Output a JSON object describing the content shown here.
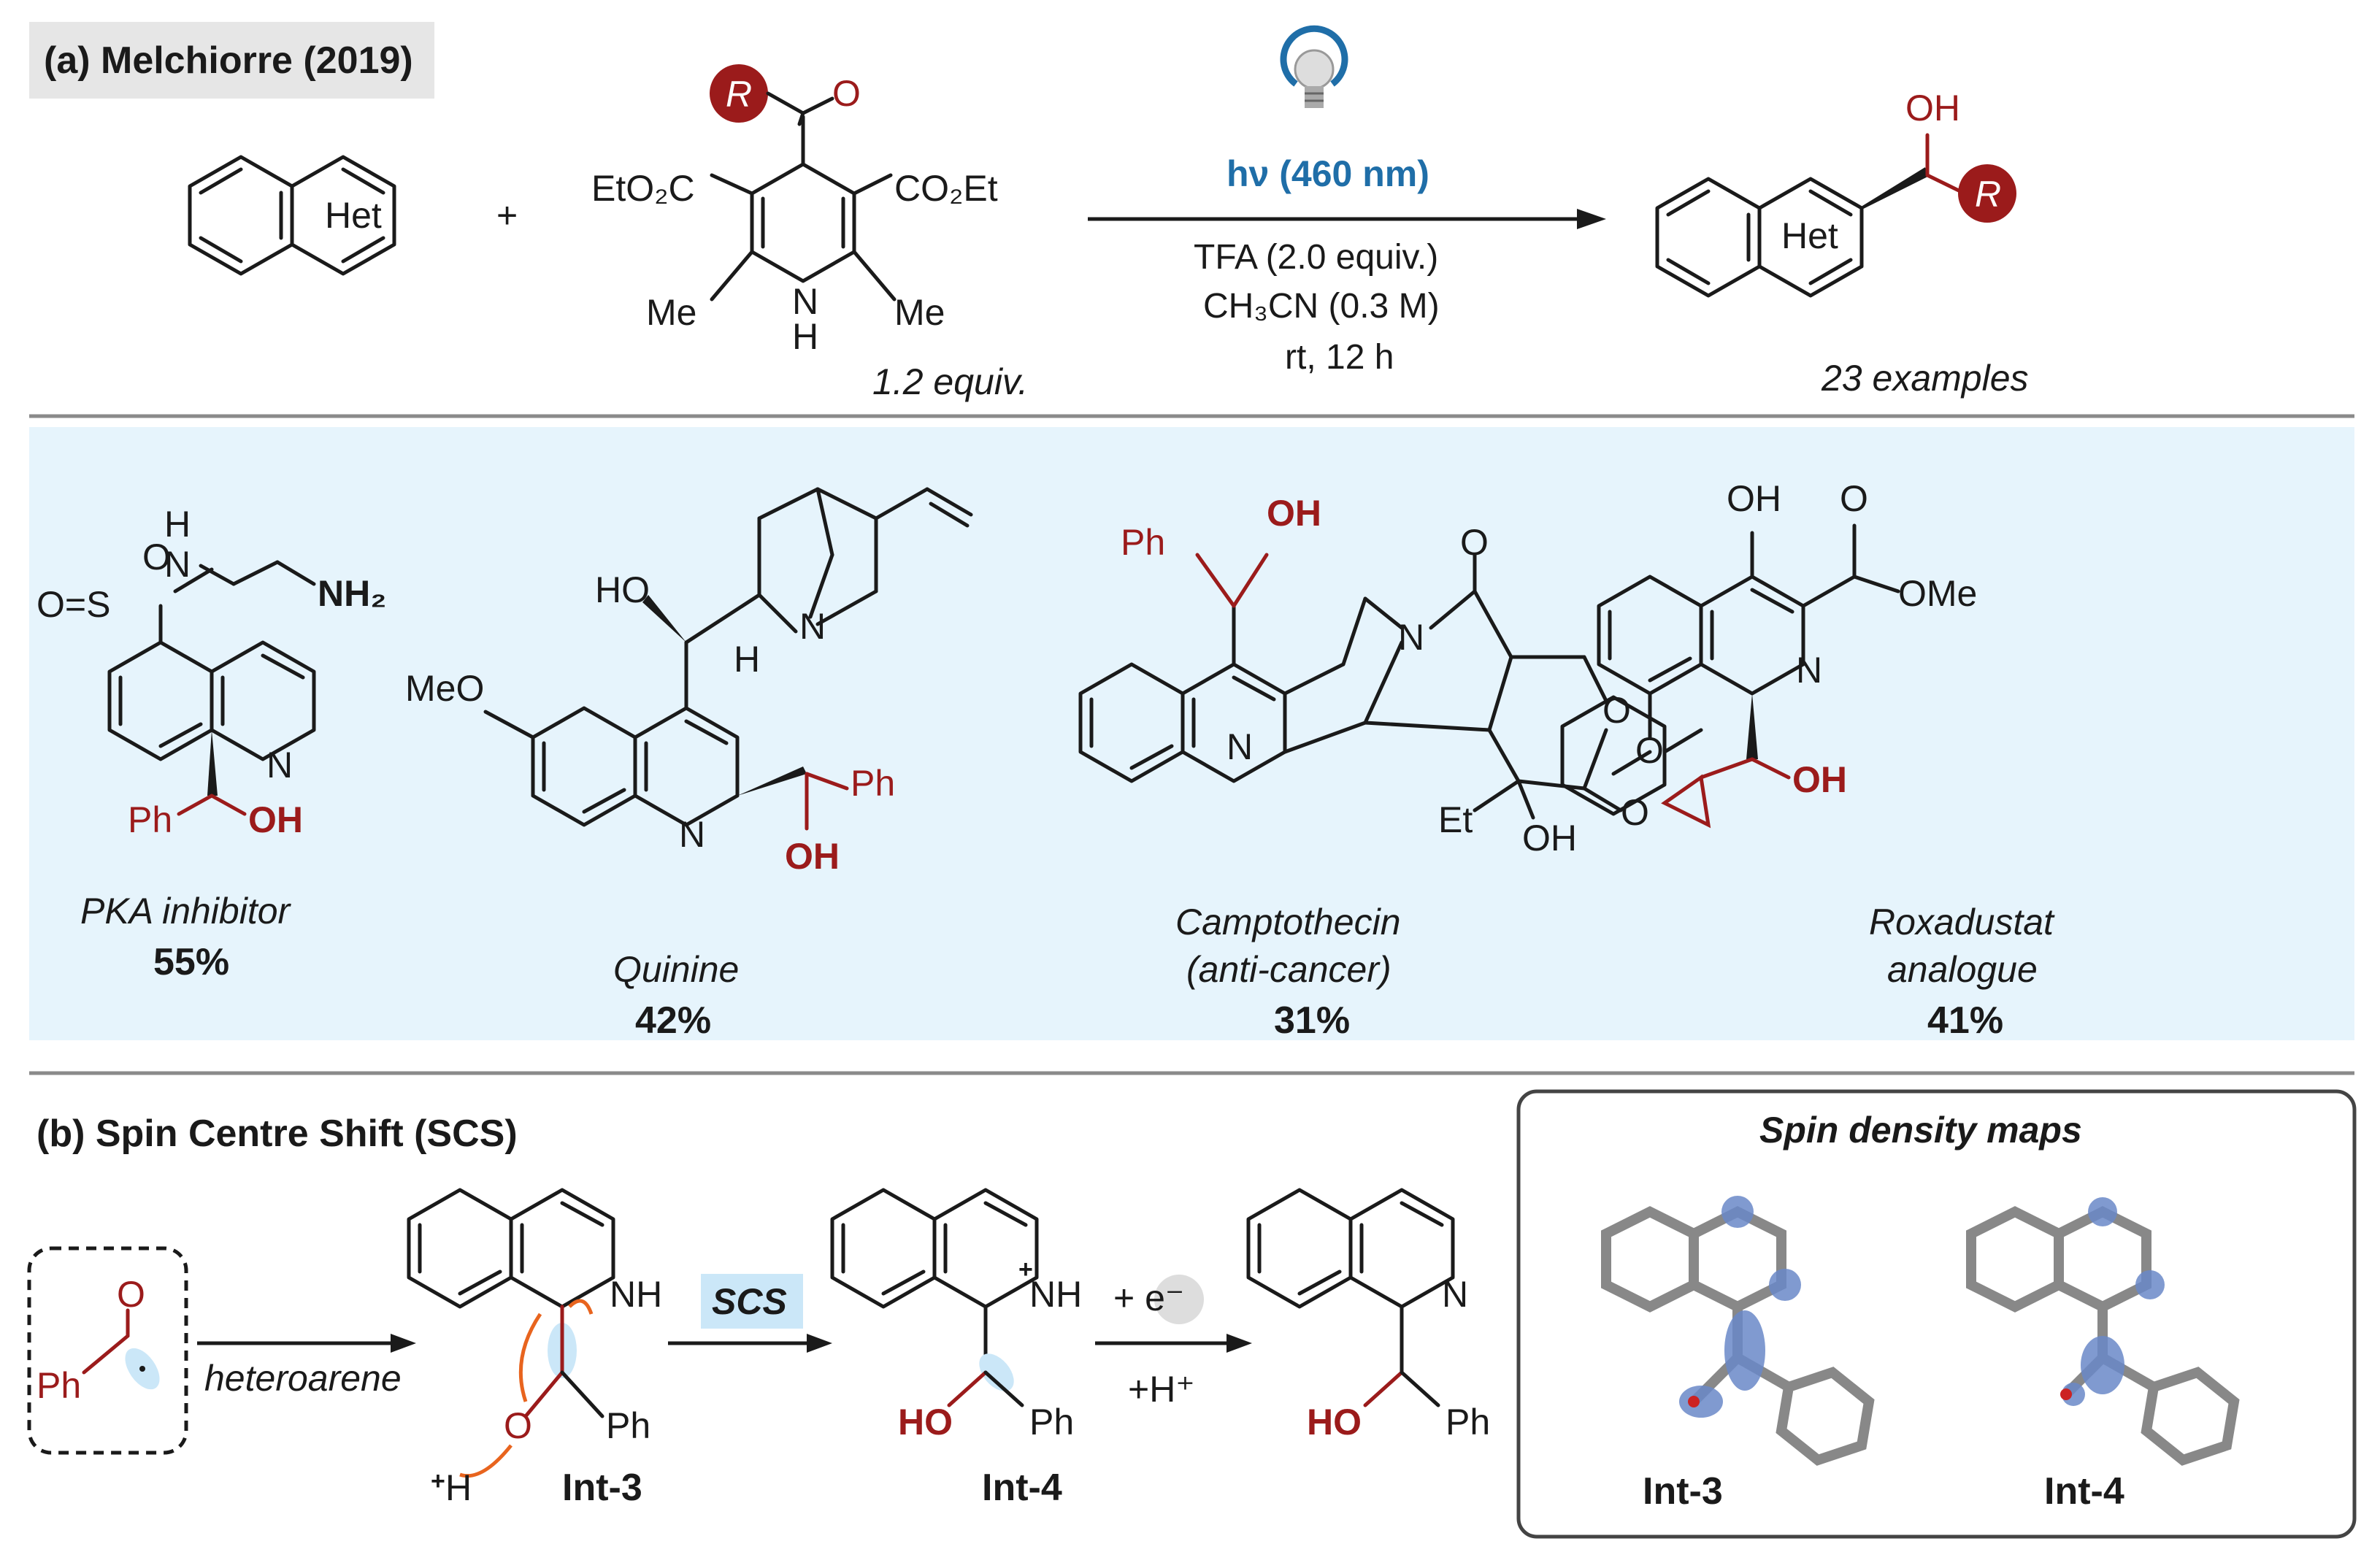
{
  "section_a": {
    "heading": "(a) Melchiorre (2019)",
    "reactant_ring_label": "Het",
    "plus": "+",
    "hantzsch": {
      "r_group": "R",
      "carbonyl_o": "O",
      "left_ester": "EtO₂C",
      "right_ester": "CO₂Et",
      "left_me": "Me",
      "right_me": "Me",
      "nh_n": "N",
      "nh_h": "H",
      "equiv": "1.2 equiv."
    },
    "conditions": {
      "light": "hν (460 nm)",
      "acid": "TFA (2.0 equiv.)",
      "solvent": "CH₃CN (0.3 M)",
      "time": "rt, 12 h"
    },
    "product": {
      "oh": "OH",
      "r_group": "R",
      "ring_label": "Het",
      "examples": "23 examples"
    }
  },
  "examples": [
    {
      "name_line1": "PKA inhibitor",
      "name_line2": "",
      "yield": "55%",
      "labels": {
        "o_top": "O",
        "h_top": "H",
        "o_left": "O=S",
        "n_link": "N",
        "nh2": "NH₂",
        "n_ring": "N",
        "ph": "Ph",
        "oh": "OH"
      }
    },
    {
      "name_line1": "Quinine",
      "name_line2": "",
      "yield": "42%",
      "labels": {
        "ho": "HO",
        "meo": "MeO",
        "n_q": "N",
        "n_ring": "N",
        "h": "H",
        "ph": "Ph",
        "oh": "OH"
      }
    },
    {
      "name_line1": "Camptothecin",
      "name_line2": "(anti-cancer)",
      "yield": "31%",
      "labels": {
        "ph": "Ph",
        "oh": "OH",
        "o_top": "O",
        "n_ring": "N",
        "n_q": "N",
        "o_lac": "O",
        "o_carb": "O",
        "et": "Et",
        "oh2": "OH"
      }
    },
    {
      "name_line1": "Roxadustat",
      "name_line2": "analogue",
      "yield": "41%",
      "labels": {
        "oh_top": "OH",
        "o_ester": "O",
        "ome": "OMe",
        "n_ring": "N",
        "o_ether": "O",
        "oh": "OH"
      }
    }
  ],
  "section_b": {
    "heading": "(b) Spin Centre Shift (SCS)",
    "box_label": "Spin density maps",
    "acyl": {
      "o": "O",
      "ph": "Ph"
    },
    "arrow1_label": "heteroarene",
    "int3": {
      "nh": "NH",
      "o": "O",
      "ph": "Ph",
      "h": "H",
      "plus": "+",
      "name": "Int-3"
    },
    "scs_label": "SCS",
    "int4": {
      "nh": "NH",
      "plus": "+",
      "ho": "HO",
      "ph": "Ph",
      "name": "Int-4"
    },
    "electron": "+ e⁻",
    "proton": "+H⁺",
    "product": {
      "n": "N",
      "ho": "HO",
      "ph": "Ph"
    },
    "map_int3": "Int-3",
    "map_int4": "Int-4"
  },
  "colors": {
    "accent_red": "#9b1b1b",
    "light_blue_panel": "#e6f4fc",
    "hv_blue": "#1f6ea8",
    "arrow_orange": "#e8641e",
    "heading_grey": "#e6e6e6"
  }
}
